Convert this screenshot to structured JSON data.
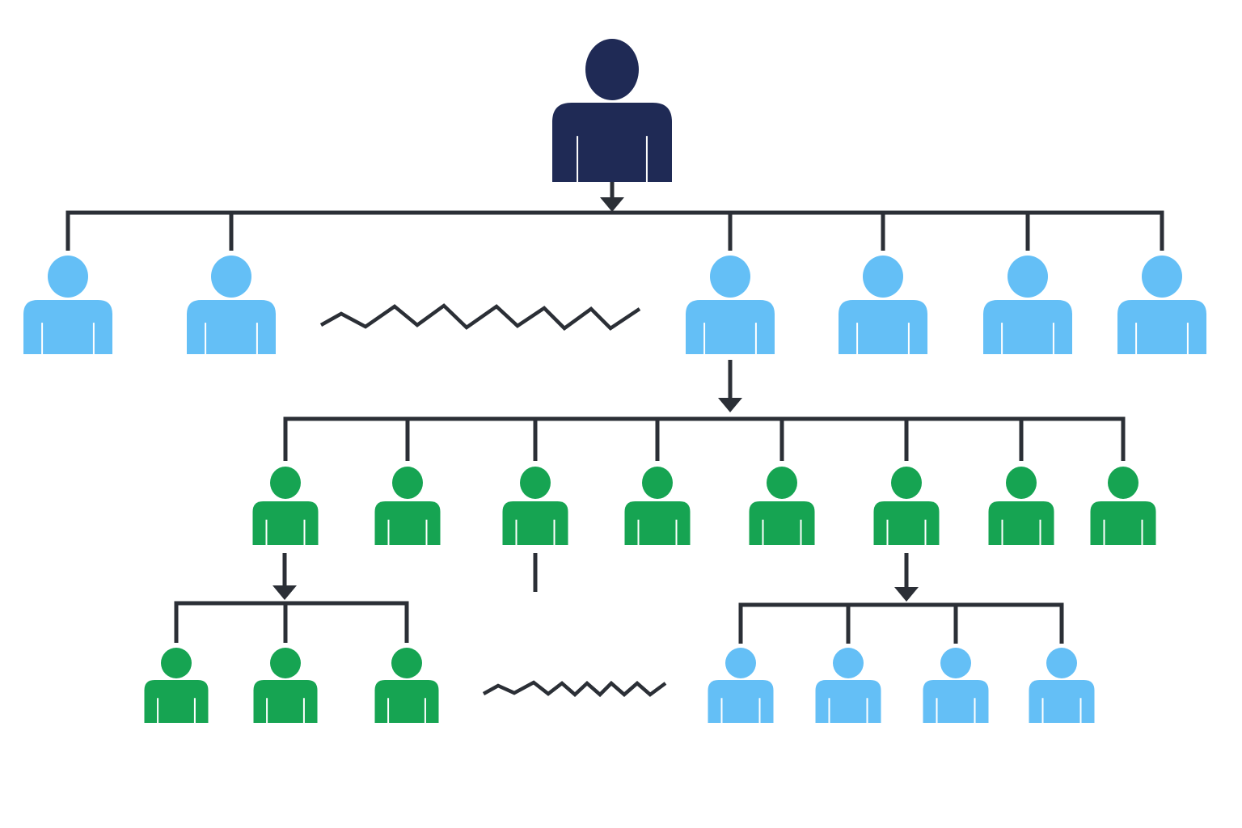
{
  "colors": {
    "root": "#1F2A55",
    "light_blue": "#64BFF6",
    "green": "#16A452",
    "line": "#2B2F36",
    "background": "#FFFFFF"
  },
  "hierarchy": {
    "root": {
      "icon": "person-icon",
      "color": "root"
    },
    "level1": {
      "count": 6,
      "color": "light_blue",
      "omitted_marker": "zigzag"
    },
    "level2": {
      "count": 8,
      "color": "green"
    },
    "level3_left": {
      "count": 3,
      "color": "green",
      "omitted_marker": "zigzag"
    },
    "level3_right": {
      "count": 4,
      "color": "light_blue"
    }
  }
}
